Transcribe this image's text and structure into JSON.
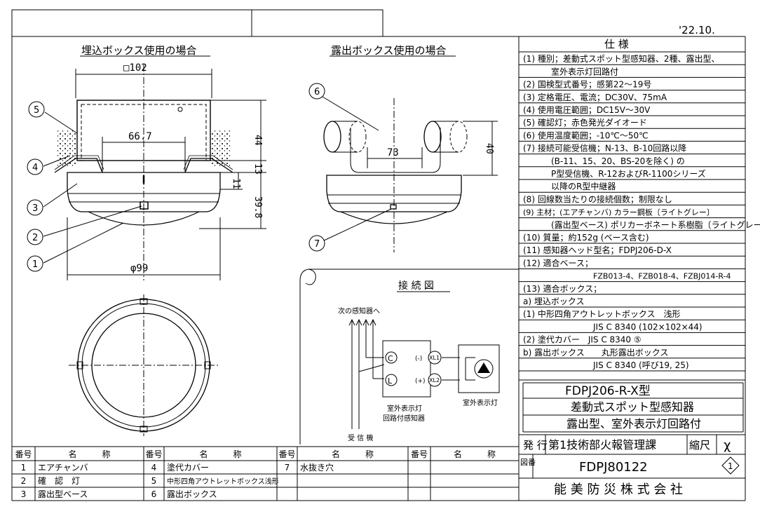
{
  "header": {
    "date": "'22.10."
  },
  "views": {
    "flush_title": "埋込ボックス使用の場合",
    "surface_title": "露出ボックス使用の場合"
  },
  "dimensions": {
    "d102": "□102",
    "d667": "66.7",
    "d44": "44",
    "d13": "13",
    "d11": "11",
    "d398": "39.8",
    "d99": "φ99",
    "d73": "73",
    "d40": "40"
  },
  "callouts": [
    "1",
    "2",
    "3",
    "4",
    "5",
    "6",
    "7"
  ],
  "wiring": {
    "title": "接 続 図",
    "next_detector": "次の感知器へ",
    "terminal_c": "C",
    "terminal_l": "L",
    "minus": "(-)",
    "plus": "(+)",
    "xl1": "XL1",
    "xl2": "XL2",
    "detector_label_1": "室外表示灯",
    "detector_label_2": "回路付感知器",
    "lamp_label": "室外表示灯",
    "receiver": "受 信 機"
  },
  "spec": {
    "title": "仕        様",
    "lines": [
      "(1) 種別；差動式スポット型感知器、2種、露出型、",
      "室外表示灯回路付",
      "(2) 国検型式番号；感第22～19号",
      "(3) 定格電圧、電流；DC30V、75mA",
      "(4) 使用電圧範囲；DC15V～30V",
      "(5) 確認灯；赤色発光ダイオード",
      "(6) 使用温度範囲；-10℃～50℃",
      "(7) 接続可能受信機；N-13、B-10回路以降",
      "(B-11、15、20、BS-20を除く) の",
      "P型受信機、R-12およびR-1100シリーズ",
      "以降のR型中継器",
      "(8) 回線数当たりの接続個数；制限なし",
      "(9) 主材；(エアチャンバ) カラー鋼板〔ライトグレー〕",
      "(露出型ベース) ポリカーボネート系樹脂〔ライトグレー〕",
      "(10) 質量；約152g (ベース含む)",
      "(11) 感知器ヘッド型名；FDPJ206-D-X",
      "(12) 適合ベース；",
      "FZB013-4、FZB018-4、FZBJ014-R-4",
      "(13) 適合ボックス；",
      "a) 埋込ボックス",
      "(1) 中形四角アウトレットボックス　浅形",
      "JIS C 8340 (102×102×44)",
      "(2) 塗代カバー　JIS C 8340 ⑤",
      "b) 露出ボックス　　丸形露出ボックス",
      "JIS C 8340 (呼び19, 25)"
    ]
  },
  "title_block": {
    "model": "FDPJ206-R-X型",
    "name": "差動式スポット型感知器",
    "desc": "露出型、室外表示灯回路付",
    "issue_label": "発 行",
    "dept": "第1技術部火報管理課",
    "scale_label": "縮尺",
    "scale_value": "χ",
    "drawing_no_label": "図番",
    "drawing_no": "FDPJ80122",
    "revision": "1",
    "company": "能 美 防 災 株 式 会 社"
  },
  "parts": {
    "headers": [
      "番号",
      "名　　　称",
      "番号",
      "名　　　称",
      "番号",
      "名　　　称",
      "番号",
      "名　　　称"
    ],
    "rows": [
      [
        "1",
        "エアチャンバ",
        "4",
        "塗代カバー",
        "7",
        "水抜き穴",
        "",
        ""
      ],
      [
        "2",
        "確　認　灯",
        "5",
        "中形四角アウトレットボックス浅形",
        "",
        "",
        "",
        ""
      ],
      [
        "3",
        "露出型ベース",
        "6",
        "露出ボックス",
        "",
        "",
        "",
        ""
      ]
    ]
  }
}
